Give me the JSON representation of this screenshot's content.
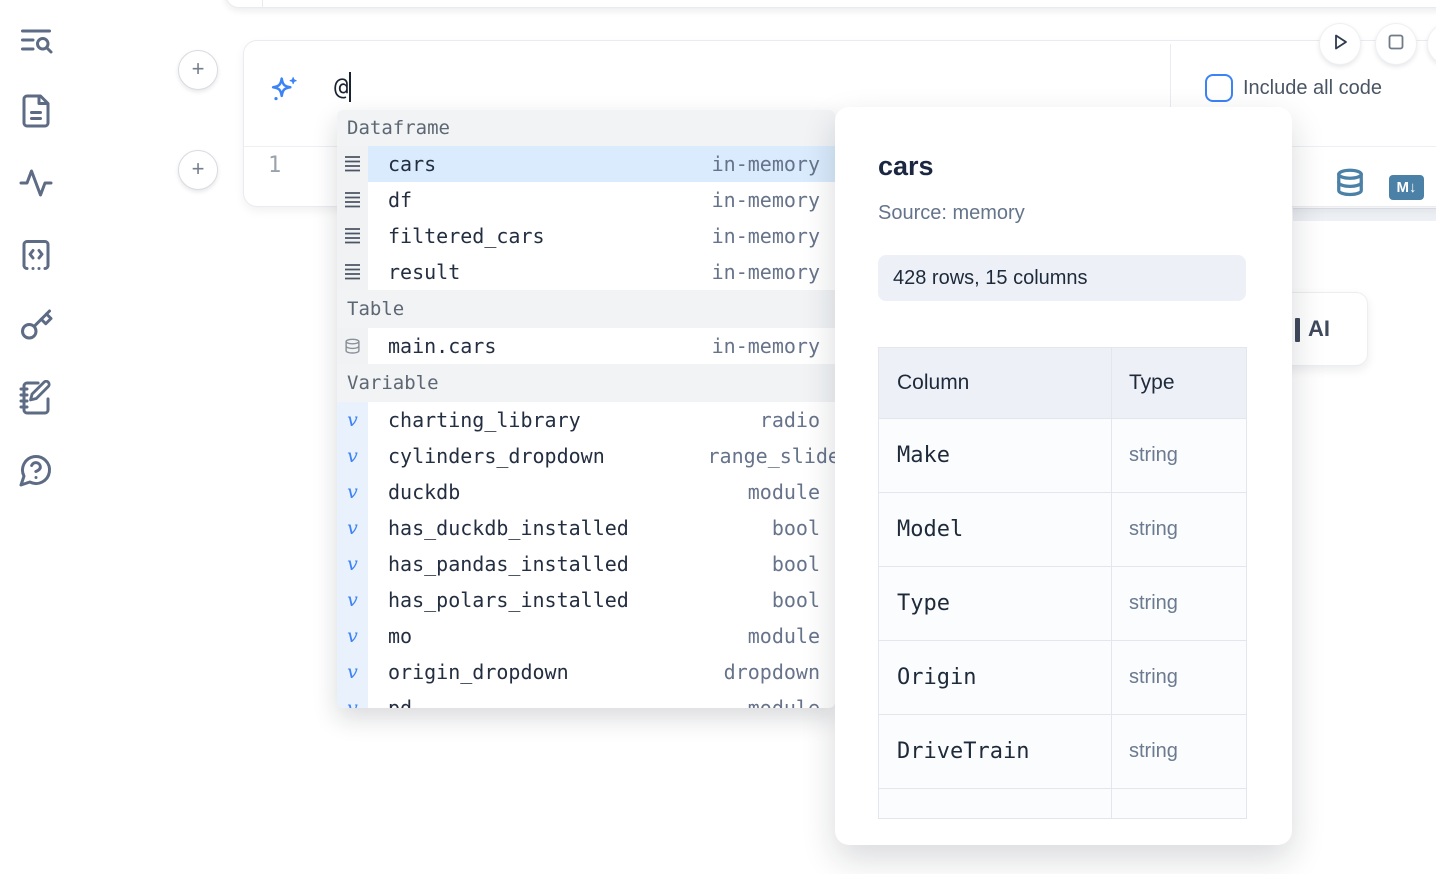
{
  "sidebar": {
    "icons": [
      {
        "name": "list-search-icon"
      },
      {
        "name": "file-text-icon"
      },
      {
        "name": "activity-icon"
      },
      {
        "name": "code-snippet-icon"
      },
      {
        "name": "key-icon"
      },
      {
        "name": "scratchpad-icon"
      },
      {
        "name": "help-chat-icon"
      }
    ]
  },
  "cell": {
    "add_button_top": "+",
    "add_button_bottom": "+",
    "ai_input_value": "@",
    "line_number": "1",
    "include_all_code_label": "Include all code",
    "run_icon": "play-icon",
    "stop_icon": "stop-icon",
    "output_icons": [
      "database-icon",
      "export-markdown-icon"
    ],
    "markdown_badge_text": "M↓"
  },
  "ai_button": {
    "visible_label": "AI"
  },
  "autocomplete": {
    "sections": [
      {
        "label": "Dataframe",
        "items": [
          {
            "icon": "rows-icon",
            "name": "cars",
            "detail": "in-memory",
            "selected": true
          },
          {
            "icon": "rows-icon",
            "name": "df",
            "detail": "in-memory"
          },
          {
            "icon": "rows-icon",
            "name": "filtered_cars",
            "detail": "in-memory"
          },
          {
            "icon": "rows-icon",
            "name": "result",
            "detail": "in-memory"
          }
        ]
      },
      {
        "label": "Table",
        "items": [
          {
            "icon": "database-icon",
            "name": "main.cars",
            "detail": "in-memory"
          }
        ]
      },
      {
        "label": "Variable",
        "items": [
          {
            "icon": "variable-icon",
            "name": "charting_library",
            "detail": "radio"
          },
          {
            "icon": "variable-icon",
            "name": "cylinders_dropdown",
            "detail": "range_slider"
          },
          {
            "icon": "variable-icon",
            "name": "duckdb",
            "detail": "module"
          },
          {
            "icon": "variable-icon",
            "name": "has_duckdb_installed",
            "detail": "bool"
          },
          {
            "icon": "variable-icon",
            "name": "has_pandas_installed",
            "detail": "bool"
          },
          {
            "icon": "variable-icon",
            "name": "has_polars_installed",
            "detail": "bool"
          },
          {
            "icon": "variable-icon",
            "name": "mo",
            "detail": "module"
          },
          {
            "icon": "variable-icon",
            "name": "origin_dropdown",
            "detail": "dropdown"
          },
          {
            "icon": "variable-icon",
            "name": "pd",
            "detail": "module",
            "partial": true
          }
        ]
      }
    ]
  },
  "preview": {
    "title": "cars",
    "source": "Source: memory",
    "shape": "428 rows, 15 columns",
    "table": {
      "headers": [
        "Column",
        "Type"
      ],
      "rows": [
        {
          "column": "Make",
          "type": "string"
        },
        {
          "column": "Model",
          "type": "string"
        },
        {
          "column": "Type",
          "type": "string"
        },
        {
          "column": "Origin",
          "type": "string"
        },
        {
          "column": "DriveTrain",
          "type": "string"
        }
      ]
    }
  },
  "colors": {
    "accent_blue": "#3c83f6",
    "steel_blue": "#4b80a7",
    "selected_row": "#d9ebfc",
    "section_header_bg": "#f1f3f5",
    "panel_chip_bg": "#edf1f7",
    "text_dark": "#1e2a3a",
    "text_gray": "#66738a"
  }
}
